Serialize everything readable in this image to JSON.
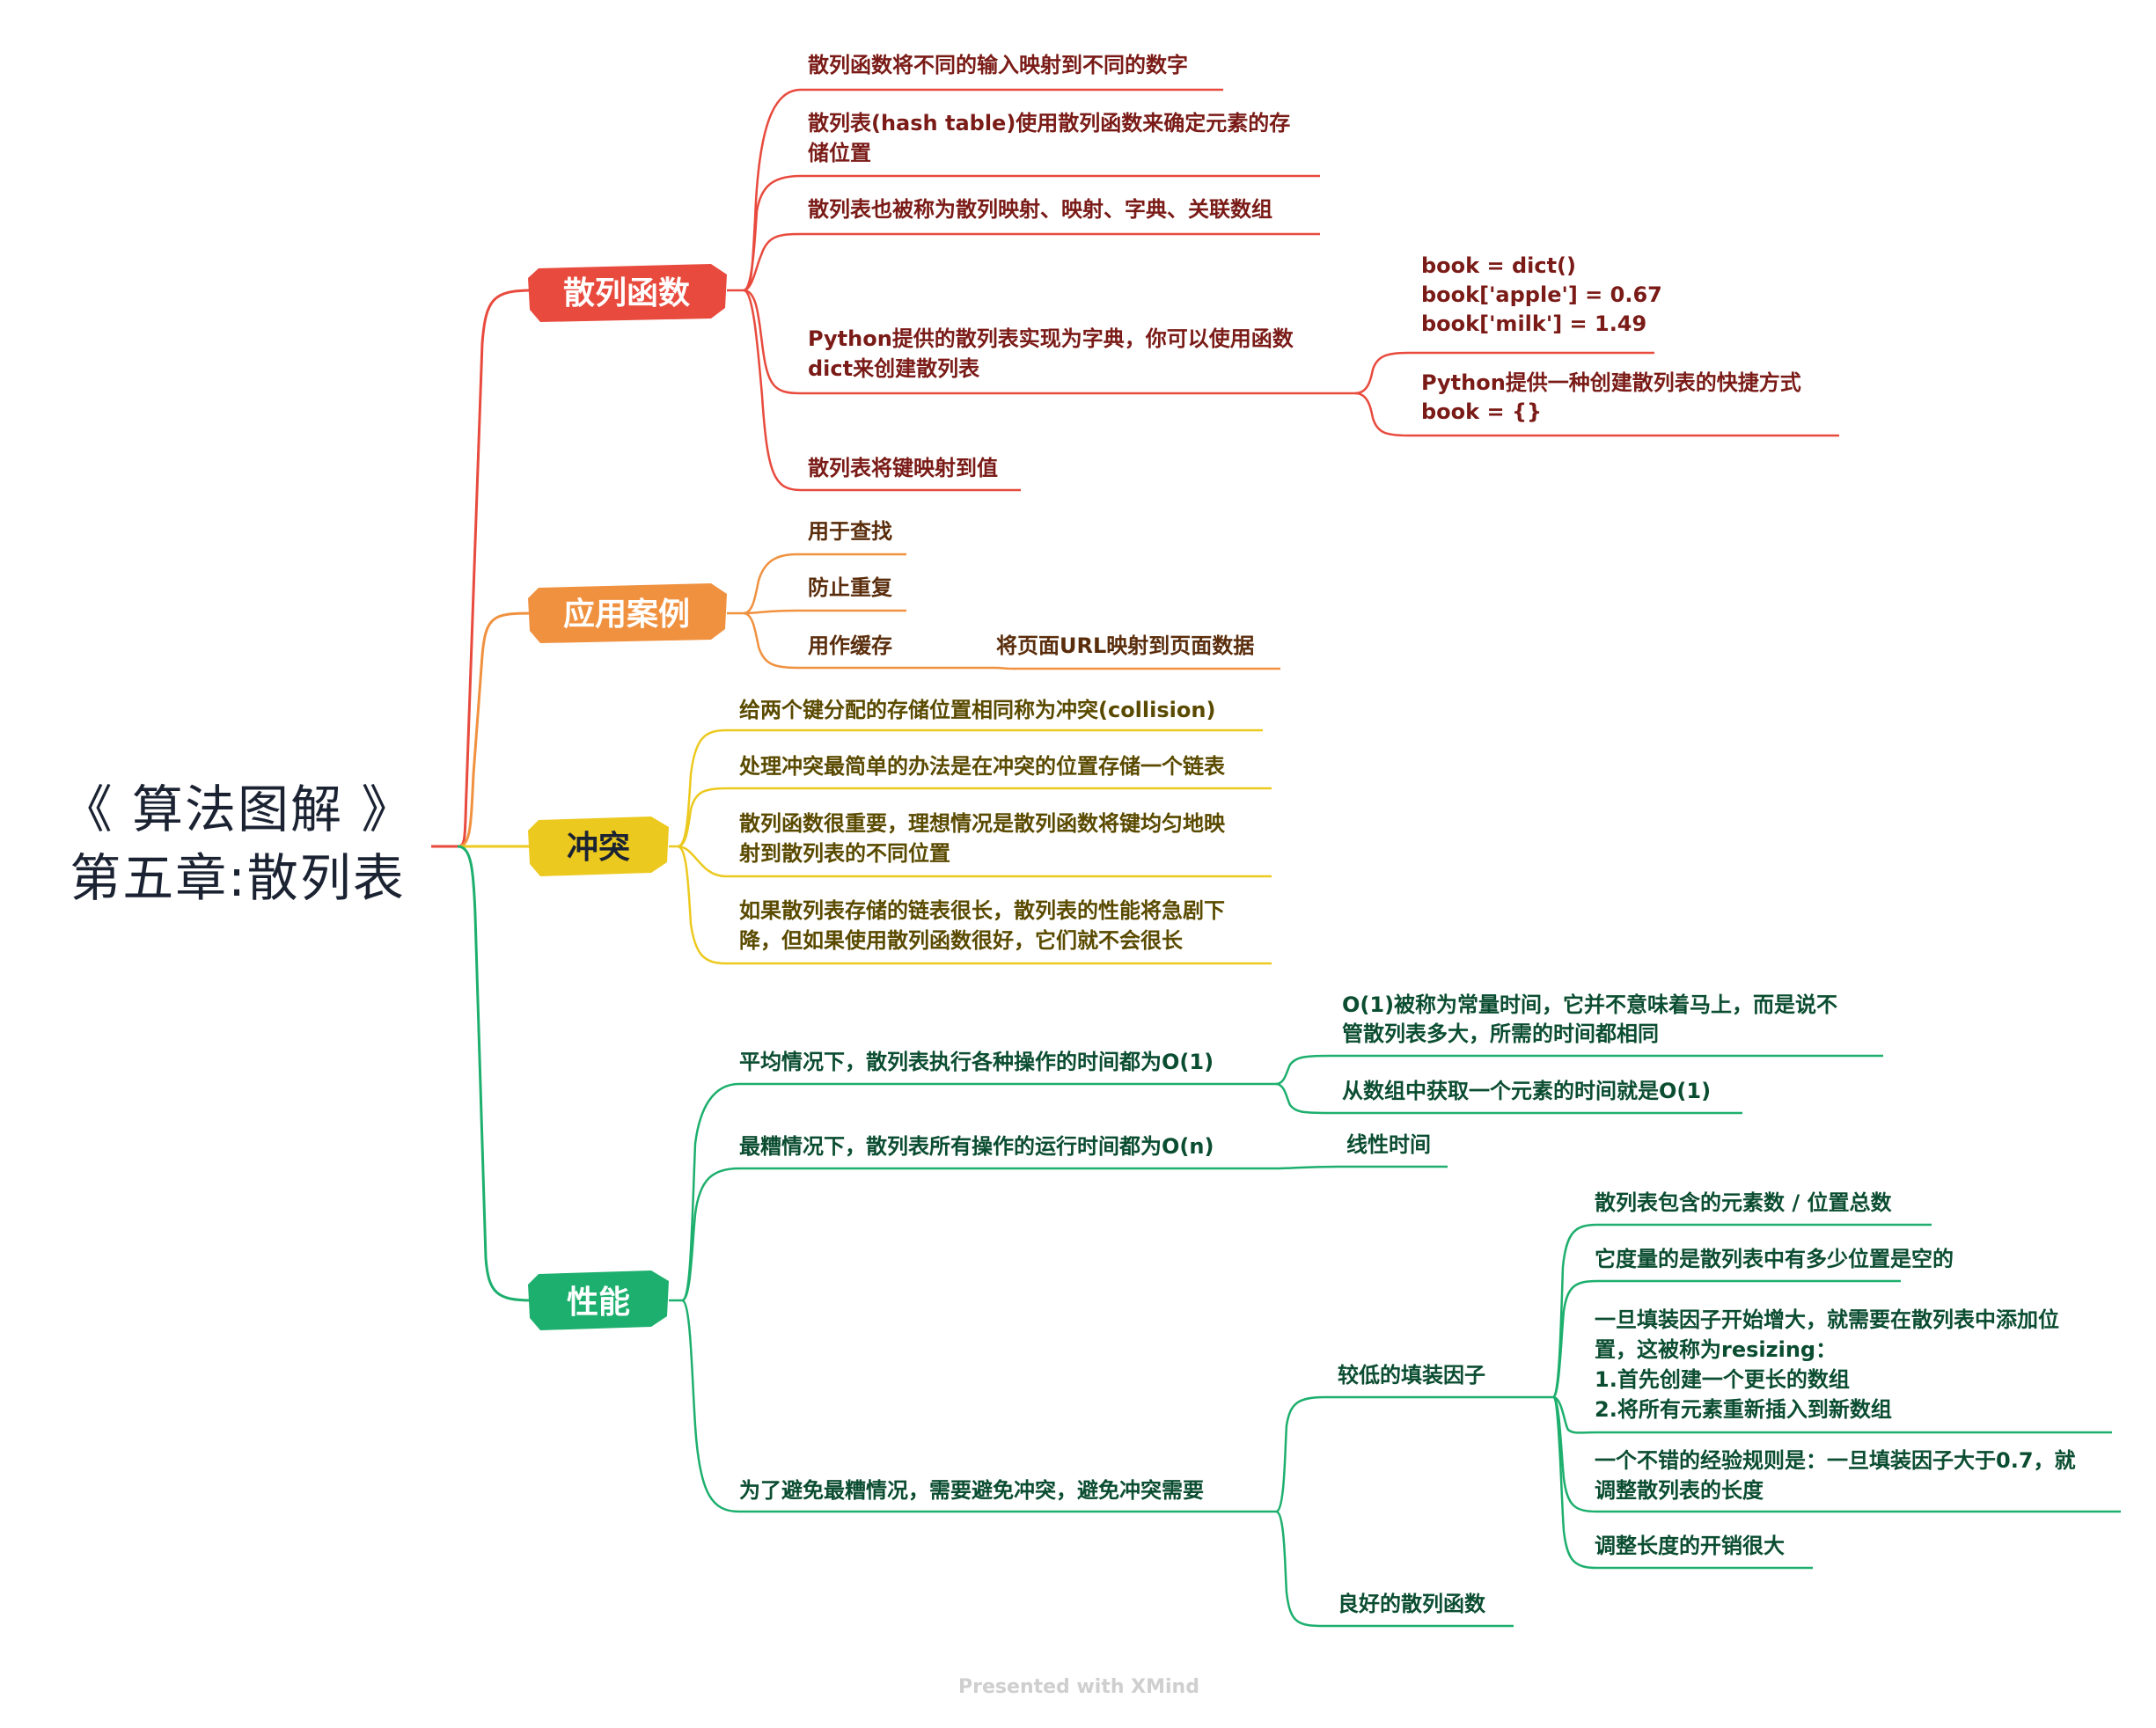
{
  "root": {
    "line1": "《 算法图解 》",
    "line2": "第五章:散列表"
  },
  "colors": {
    "red": "#e84a3d",
    "orange": "#f0913f",
    "yellow": "#ecc91e",
    "green": "#1daf6d",
    "red_text": "#7a1b17",
    "orange_text": "#5a2d0c",
    "yellow_text": "#5a4a00",
    "green_text": "#0b4d31"
  },
  "branches": {
    "hash_function": {
      "label": "散列函数",
      "items": [
        "散列函数将不同的输入映射到不同的数字",
        "散列表(hash table)使用散列函数来确定元素的存储位置",
        "散列表也被称为散列映射、映射、字典、关联数组",
        "Python提供的散列表实现为字典，你可以使用函数dict来创建散列表",
        "散列表将键映射到值"
      ],
      "python_sub": [
        "book = dict()\nbook['apple'] = 0.67\nbook['milk'] = 1.49",
        "Python提供一种创建散列表的快捷方式\nbook = {}"
      ]
    },
    "use_cases": {
      "label": "应用案例",
      "items": [
        "用于查找",
        "防止重复",
        "用作缓存"
      ],
      "cache_sub": "将页面URL映射到页面数据"
    },
    "collision": {
      "label": "冲突",
      "items": [
        "给两个键分配的存储位置相同称为冲突(collision)",
        "处理冲突最简单的办法是在冲突的位置存储一个链表",
        "散列函数很重要，理想情况是散列函数将键均匀地映射到散列表的不同位置",
        "如果散列表存储的链表很长，散列表的性能将急剧下降，但如果使用散列函数很好，它们就不会很长"
      ]
    },
    "performance": {
      "label": "性能",
      "items": [
        "平均情况下，散列表执行各种操作的时间都为O(1)",
        "最糟情况下，散列表所有操作的运行时间都为O(n)",
        "为了避免最糟情况，需要避免冲突，避免冲突需要"
      ],
      "avg_sub": [
        "O(1)被称为常量时间，它并不意味着马上，而是说不管散列表多大，所需的时间都相同",
        "从数组中获取一个元素的时间就是O(1)"
      ],
      "worst_sub": "线性时间",
      "avoid_sub": [
        "较低的填装因子",
        "良好的散列函数"
      ],
      "load_factor_sub": [
        "散列表包含的元素数 / 位置总数",
        "它度量的是散列表中有多少位置是空的",
        "一旦填装因子开始增大，就需要在散列表中添加位置，这被称为resizing：\n1.首先创建一个更长的数组\n2.将所有元素重新插入到新数组",
        "一个不错的经验规则是：一旦填装因子大于0.7，就调整散列表的长度",
        "调整长度的开销很大"
      ]
    }
  },
  "footer": "Presented with XMind"
}
